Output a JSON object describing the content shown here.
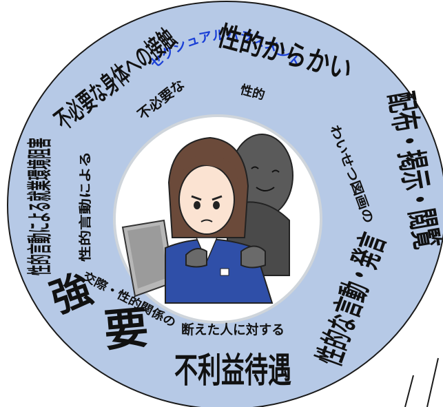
{
  "colors": {
    "ring": "#b6c9e6",
    "ring_stroke": "#1a1a1a",
    "center_title": "#1a3fd6",
    "inner_bg": "#ffffff"
  },
  "center": {
    "title": "セクシュアルハラスメント"
  },
  "ring": {
    "item1_main": "不必要な身体への接触",
    "item1_label": "不必要な",
    "item2_main": "性的からかい",
    "item2_label": "性的",
    "item3_label": "わいせつ図画の",
    "item3_main": "配布・掲示・閲覧",
    "item4_main": "性的言動による就業環境阻害",
    "item4_label": "性的言動による",
    "item5_main": "強要",
    "item5_label": "交際・性的関係の",
    "item6_label": "断えた人に対する",
    "item6_main": "不利益待遇",
    "item7_main": "性的な言動・発言"
  },
  "illustration": {
    "woman": "woman-at-computer",
    "shadow": "shadow-figure"
  }
}
